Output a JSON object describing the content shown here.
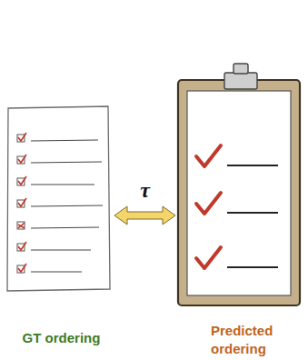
{
  "diagram": {
    "nodes": [
      {
        "text": [
          "GT ordering"
        ]
      },
      {
        "text": [
          "Predicted ordering"
        ]
      }
    ],
    "edges": [
      {
        "from": 0,
        "to": 1,
        "label": "τ",
        "arrow": "both"
      }
    ]
  }
}
